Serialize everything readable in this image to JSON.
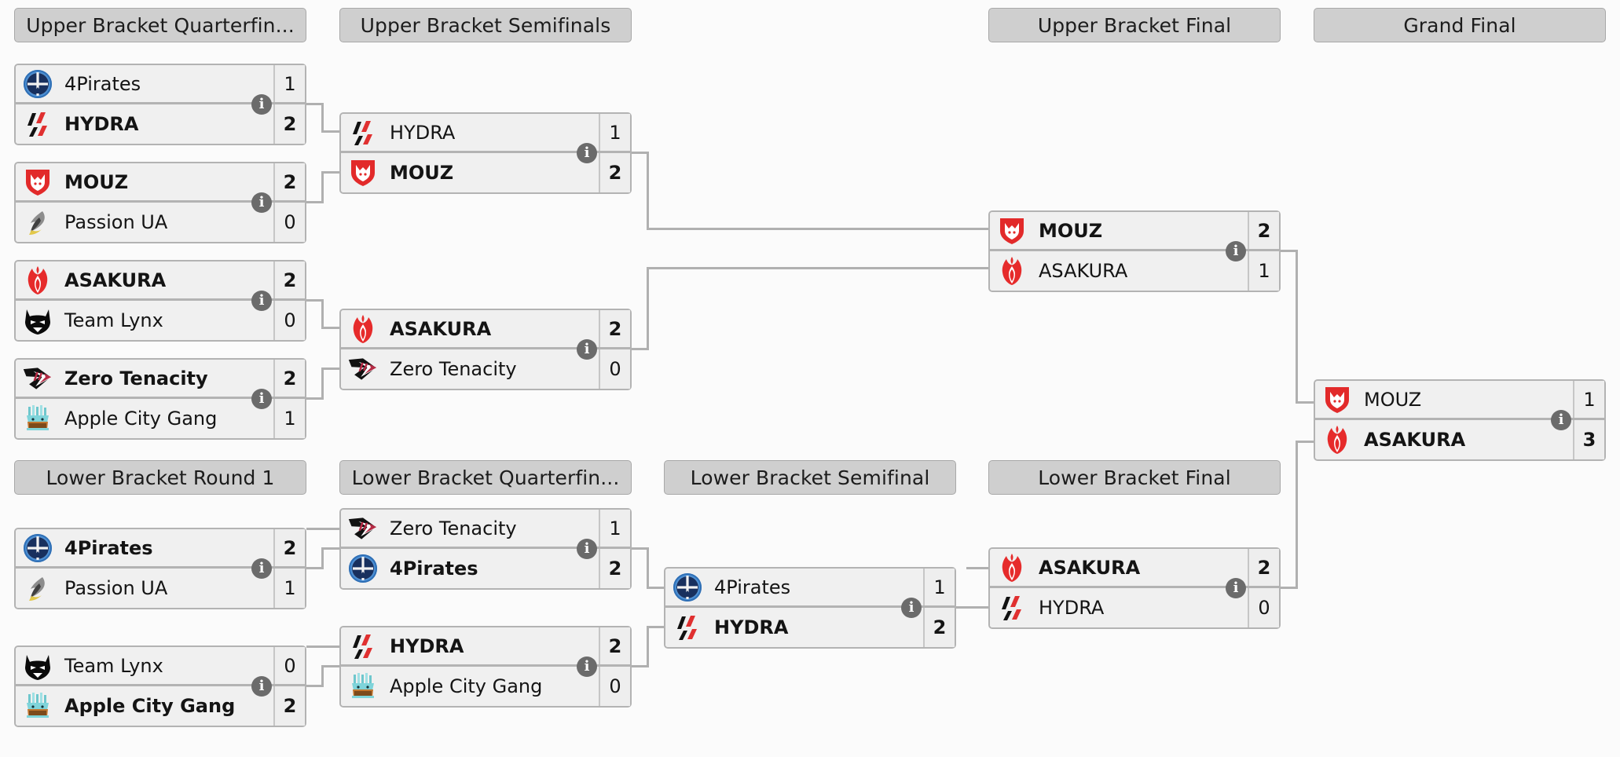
{
  "view": {
    "title": "Double Elimination Bracket",
    "background_color": "#fbfbfb",
    "line_color": "#b0b0b0",
    "header_color": "#cfcfcf",
    "card_color": "#f0f0f0",
    "info_badge_glyph": "i",
    "info_badge_label": "match-info"
  },
  "rounds": [
    {
      "id": "ubqf",
      "label": "Upper Bracket Quarterfin..."
    },
    {
      "id": "ubsf",
      "label": "Upper Bracket Semifinals"
    },
    {
      "id": "ubf",
      "label": "Upper Bracket Final"
    },
    {
      "id": "gf",
      "label": "Grand Final"
    },
    {
      "id": "lbr1",
      "label": "Lower Bracket Round 1"
    },
    {
      "id": "lbqf",
      "label": "Lower Bracket Quarterfin..."
    },
    {
      "id": "lbsf",
      "label": "Lower Bracket Semifinal"
    },
    {
      "id": "lbf",
      "label": "Lower Bracket Final"
    }
  ],
  "matches": {
    "ubqf1": {
      "round": "ubqf",
      "top": {
        "team": "4Pirates",
        "logo": "pirates",
        "score": "1",
        "winner": false
      },
      "bottom": {
        "team": "HYDRA",
        "logo": "hydra",
        "score": "2",
        "winner": true
      }
    },
    "ubqf2": {
      "round": "ubqf",
      "top": {
        "team": "MOUZ",
        "logo": "mouz",
        "score": "2",
        "winner": true
      },
      "bottom": {
        "team": "Passion UA",
        "logo": "passion",
        "score": "0",
        "winner": false
      }
    },
    "ubqf3": {
      "round": "ubqf",
      "top": {
        "team": "ASAKURA",
        "logo": "asakura",
        "score": "2",
        "winner": true
      },
      "bottom": {
        "team": "Team Lynx",
        "logo": "lynx",
        "score": "0",
        "winner": false
      }
    },
    "ubqf4": {
      "round": "ubqf",
      "top": {
        "team": "Zero Tenacity",
        "logo": "zero",
        "score": "2",
        "winner": true
      },
      "bottom": {
        "team": "Apple City Gang",
        "logo": "apple",
        "score": "1",
        "winner": false
      }
    },
    "ubsf1": {
      "round": "ubsf",
      "top": {
        "team": "HYDRA",
        "logo": "hydra",
        "score": "1",
        "winner": false
      },
      "bottom": {
        "team": "MOUZ",
        "logo": "mouz",
        "score": "2",
        "winner": true
      }
    },
    "ubsf2": {
      "round": "ubsf",
      "top": {
        "team": "ASAKURA",
        "logo": "asakura",
        "score": "2",
        "winner": true
      },
      "bottom": {
        "team": "Zero Tenacity",
        "logo": "zero",
        "score": "0",
        "winner": false
      }
    },
    "ubf1": {
      "round": "ubf",
      "top": {
        "team": "MOUZ",
        "logo": "mouz",
        "score": "2",
        "winner": true
      },
      "bottom": {
        "team": "ASAKURA",
        "logo": "asakura",
        "score": "1",
        "winner": false
      }
    },
    "gf1": {
      "round": "gf",
      "top": {
        "team": "MOUZ",
        "logo": "mouz",
        "score": "1",
        "winner": false
      },
      "bottom": {
        "team": "ASAKURA",
        "logo": "asakura",
        "score": "3",
        "winner": true
      }
    },
    "lbr1a": {
      "round": "lbr1",
      "top": {
        "team": "4Pirates",
        "logo": "pirates",
        "score": "2",
        "winner": true
      },
      "bottom": {
        "team": "Passion UA",
        "logo": "passion",
        "score": "1",
        "winner": false
      }
    },
    "lbr1b": {
      "round": "lbr1",
      "top": {
        "team": "Team Lynx",
        "logo": "lynx",
        "score": "0",
        "winner": false
      },
      "bottom": {
        "team": "Apple City Gang",
        "logo": "apple",
        "score": "2",
        "winner": true
      }
    },
    "lbqf1": {
      "round": "lbqf",
      "top": {
        "team": "Zero Tenacity",
        "logo": "zero",
        "score": "1",
        "winner": false
      },
      "bottom": {
        "team": "4Pirates",
        "logo": "pirates",
        "score": "2",
        "winner": true
      }
    },
    "lbqf2": {
      "round": "lbqf",
      "top": {
        "team": "HYDRA",
        "logo": "hydra",
        "score": "2",
        "winner": true
      },
      "bottom": {
        "team": "Apple City Gang",
        "logo": "apple",
        "score": "0",
        "winner": false
      }
    },
    "lbsf1": {
      "round": "lbsf",
      "top": {
        "team": "4Pirates",
        "logo": "pirates",
        "score": "1",
        "winner": false
      },
      "bottom": {
        "team": "HYDRA",
        "logo": "hydra",
        "score": "2",
        "winner": true
      }
    },
    "lbf1": {
      "round": "lbf",
      "top": {
        "team": "ASAKURA",
        "logo": "asakura",
        "score": "2",
        "winner": true
      },
      "bottom": {
        "team": "HYDRA",
        "logo": "hydra",
        "score": "0",
        "winner": false
      }
    }
  }
}
